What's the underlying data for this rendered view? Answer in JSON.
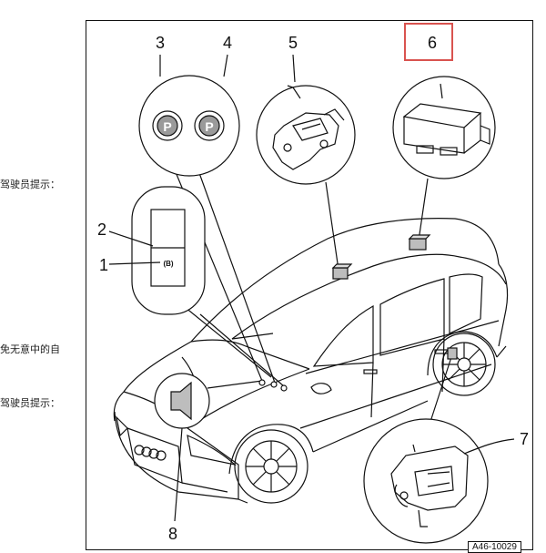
{
  "side_texts": [
    "驾驶员提示：",
    "免无意中的自",
    "驾驶员提示："
  ],
  "callouts": [
    "1",
    "2",
    "3",
    "4",
    "5",
    "6",
    "7",
    "8"
  ],
  "indicator_glyphs": {
    "parking_lamp_3": "P",
    "parking_lamp_4": "P",
    "switch_symbol": "(B)"
  },
  "figure_id": "A46-10029",
  "colors": {
    "line": "#111111",
    "highlight": "#d9534f",
    "module_fill": "#bdbdbd"
  }
}
